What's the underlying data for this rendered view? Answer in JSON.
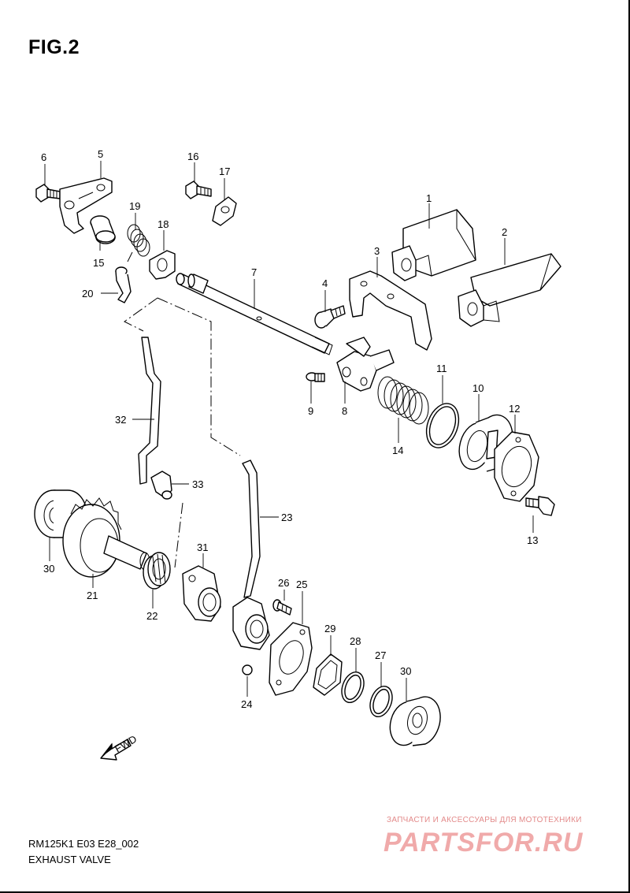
{
  "figure": {
    "title": "FIG.2",
    "model_code": "RM125K1 E03 E28_002",
    "section_name": "EXHAUST VALVE"
  },
  "callouts": [
    {
      "id": "1",
      "label": "1"
    },
    {
      "id": "2",
      "label": "2"
    },
    {
      "id": "3",
      "label": "3"
    },
    {
      "id": "4",
      "label": "4"
    },
    {
      "id": "5",
      "label": "5"
    },
    {
      "id": "6",
      "label": "6"
    },
    {
      "id": "7",
      "label": "7"
    },
    {
      "id": "8",
      "label": "8"
    },
    {
      "id": "9",
      "label": "9"
    },
    {
      "id": "10",
      "label": "10"
    },
    {
      "id": "11",
      "label": "11"
    },
    {
      "id": "12",
      "label": "12"
    },
    {
      "id": "13",
      "label": "13"
    },
    {
      "id": "14",
      "label": "14"
    },
    {
      "id": "15",
      "label": "15"
    },
    {
      "id": "16",
      "label": "16"
    },
    {
      "id": "17",
      "label": "17"
    },
    {
      "id": "18",
      "label": "18"
    },
    {
      "id": "19",
      "label": "19"
    },
    {
      "id": "20",
      "label": "20"
    },
    {
      "id": "21",
      "label": "21"
    },
    {
      "id": "22",
      "label": "22"
    },
    {
      "id": "23",
      "label": "23"
    },
    {
      "id": "24",
      "label": "24"
    },
    {
      "id": "25",
      "label": "25"
    },
    {
      "id": "26",
      "label": "26"
    },
    {
      "id": "27",
      "label": "27"
    },
    {
      "id": "28",
      "label": "28"
    },
    {
      "id": "29",
      "label": "29"
    },
    {
      "id": "30a",
      "label": "30"
    },
    {
      "id": "30b",
      "label": "30"
    },
    {
      "id": "31",
      "label": "31"
    },
    {
      "id": "32",
      "label": "32"
    },
    {
      "id": "33",
      "label": "33"
    }
  ],
  "direction_marker": {
    "text": "FWD",
    "icon": "fwd-arrow-icon"
  },
  "watermark": {
    "subtitle": "ЗАПЧАСТИ И АКСЕССУАРЫ ДЛЯ МОТОТЕХНИКИ",
    "logo": "PARTSFOR.RU",
    "color": "#f0aaaa"
  }
}
